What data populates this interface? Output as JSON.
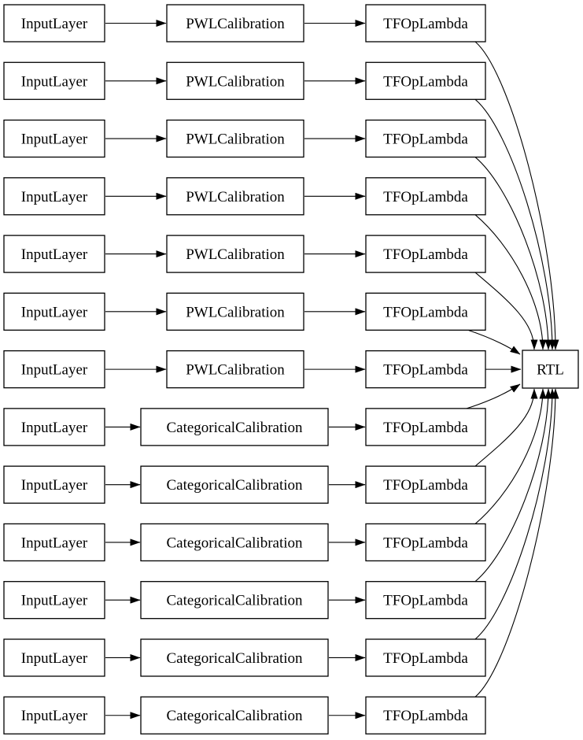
{
  "diagram": {
    "type": "model-graph",
    "direction": "left-to-right",
    "colors": {
      "background": "#ffffff",
      "node_fill": "#ffffff",
      "node_border": "#000000",
      "edge": "#000000",
      "text": "#000000"
    },
    "output_node": {
      "label": "RTL"
    },
    "rows": [
      {
        "nodes": [
          "InputLayer",
          "PWLCalibration",
          "TFOpLambda"
        ]
      },
      {
        "nodes": [
          "InputLayer",
          "PWLCalibration",
          "TFOpLambda"
        ]
      },
      {
        "nodes": [
          "InputLayer",
          "PWLCalibration",
          "TFOpLambda"
        ]
      },
      {
        "nodes": [
          "InputLayer",
          "PWLCalibration",
          "TFOpLambda"
        ]
      },
      {
        "nodes": [
          "InputLayer",
          "PWLCalibration",
          "TFOpLambda"
        ]
      },
      {
        "nodes": [
          "InputLayer",
          "PWLCalibration",
          "TFOpLambda"
        ]
      },
      {
        "nodes": [
          "InputLayer",
          "PWLCalibration",
          "TFOpLambda"
        ]
      },
      {
        "nodes": [
          "InputLayer",
          "CategoricalCalibration",
          "TFOpLambda"
        ]
      },
      {
        "nodes": [
          "InputLayer",
          "CategoricalCalibration",
          "TFOpLambda"
        ]
      },
      {
        "nodes": [
          "InputLayer",
          "CategoricalCalibration",
          "TFOpLambda"
        ]
      },
      {
        "nodes": [
          "InputLayer",
          "CategoricalCalibration",
          "TFOpLambda"
        ]
      },
      {
        "nodes": [
          "InputLayer",
          "CategoricalCalibration",
          "TFOpLambda"
        ]
      },
      {
        "nodes": [
          "InputLayer",
          "CategoricalCalibration",
          "TFOpLambda"
        ]
      }
    ]
  }
}
